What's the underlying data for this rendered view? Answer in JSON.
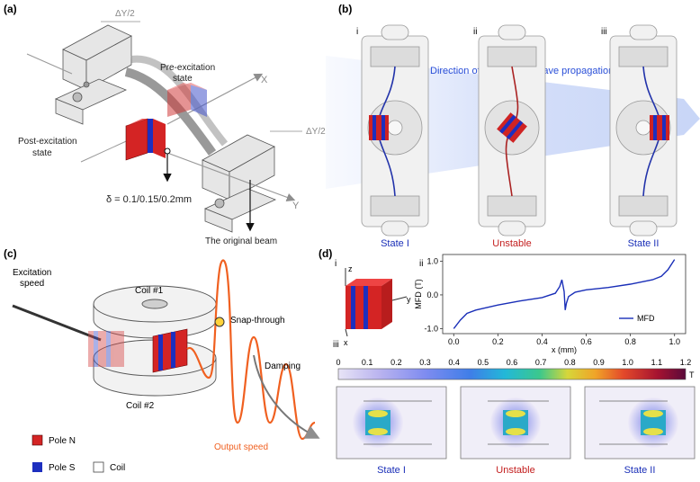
{
  "panels": {
    "a": {
      "label": "(a)",
      "dy_top": "ΔY/2",
      "dy_right": "ΔY/2",
      "pre_excitation_1": "Pre-excitation",
      "pre_excitation_2": "state",
      "post_excitation_1": "Post-excitation",
      "post_excitation_2": "state",
      "axis_x": "X",
      "axis_y": "Y",
      "delta": "δ = 0.1/0.15/0.2mm",
      "original_beam": "The original beam"
    },
    "b": {
      "label": "(b)",
      "sub_i": "i",
      "sub_ii": "ii",
      "sub_iii": "iii",
      "wave_text": "Direction of mechanical wave propagation",
      "state1": "State I",
      "unstable": "Unstable",
      "state2": "State II"
    },
    "c": {
      "label": "(c)",
      "excitation_1": "Excitation",
      "excitation_2": "speed",
      "coil1": "Coil #1",
      "coil2": "Coil #2",
      "snap": "Snap-through",
      "damping": "Damping",
      "output": "Output speed",
      "legend_n": "Pole N",
      "legend_s": "Pole S",
      "legend_coil": "Coil"
    },
    "d": {
      "label": "(d)",
      "sub_i": "i",
      "sub_ii": "ii",
      "sub_iii": "iii",
      "cube_z": "z",
      "cube_y": "y",
      "cube_x": "x",
      "colorbar_ticks": [
        "0",
        "0.1",
        "0.2",
        "0.3",
        "0.4",
        "0.5",
        "0.6",
        "0.7",
        "0.8",
        "0.9",
        "1.0",
        "1.1",
        "1.2"
      ],
      "colorbar_unit": "T",
      "state1": "State I",
      "unstable": "Unstable",
      "state2": "State II"
    }
  },
  "chart_data": {
    "type": "line",
    "xlabel": "x (mm)",
    "ylabel": "MFD (T)",
    "xlim": [
      -0.05,
      1.05
    ],
    "ylim": [
      -1.15,
      1.2
    ],
    "xticks": [
      "0.0",
      "0.2",
      "0.4",
      "0.6",
      "0.8",
      "1.0"
    ],
    "yticks": [
      "-1.0",
      "0.0",
      "1.0"
    ],
    "series": [
      {
        "name": "MFD",
        "x": [
          0.0,
          0.03,
          0.06,
          0.1,
          0.2,
          0.3,
          0.4,
          0.46,
          0.48,
          0.49,
          0.5,
          0.505,
          0.51,
          0.52,
          0.55,
          0.6,
          0.7,
          0.8,
          0.9,
          0.94,
          0.97,
          1.0
        ],
        "y": [
          -1.0,
          -0.75,
          -0.55,
          -0.45,
          -0.3,
          -0.18,
          -0.08,
          0.05,
          0.25,
          0.45,
          0.1,
          -0.45,
          -0.25,
          -0.05,
          0.08,
          0.15,
          0.22,
          0.32,
          0.45,
          0.55,
          0.75,
          1.05
        ]
      }
    ],
    "legend": "bottom-right",
    "colors": {
      "line": "#1a2fb8"
    }
  }
}
